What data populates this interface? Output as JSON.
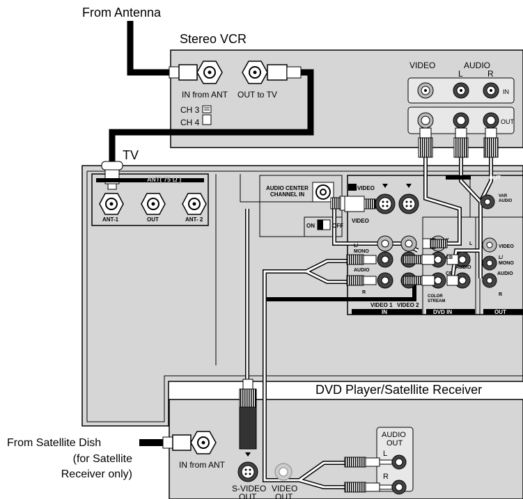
{
  "labels": {
    "from_antenna": "From Antenna",
    "stereo_vcr": "Stereo VCR",
    "tv": "TV",
    "dvd_sat": "DVD Player/Satellite Receiver",
    "from_sat_1": "From Satellite Dish",
    "from_sat_2": "(for Satellite",
    "from_sat_3": "Receiver only)"
  },
  "vcr": {
    "in_from_ant": "IN from ANT",
    "out_to_tv": "OUT to TV",
    "ch3": "CH 3",
    "ch4": "CH 4",
    "video": "VIDEO",
    "audio": "AUDIO",
    "l": "L",
    "r": "R",
    "in": "IN",
    "out": "OUT"
  },
  "tv": {
    "ant_header": "ANT( 75 Ω )",
    "ant1": "ANT-1",
    "ant_out": "OUT",
    "ant2": "ANT- 2",
    "audio_center_1": "AUDIO CENTER",
    "audio_center_2": "CHANNEL IN",
    "on": "ON",
    "off": "OFF",
    "s_video": "S-VIDEO",
    "video": "VIDEO",
    "l_mono_1": "L/",
    "l_mono_2": "MONO",
    "audio": "AUDIO",
    "r": "R",
    "video1": "VIDEO 1",
    "video2": "VIDEO 2",
    "in": "IN",
    "y": "Y",
    "cb": "CB",
    "cr": "CR",
    "color_stream_1": "COLOR",
    "color_stream_2": "STREAM",
    "dvd_in": "DVD  IN",
    "l": "L",
    "audio_short": "AUDIO",
    "out_hdr": "OUT",
    "var_audio_1": "VAR",
    "var_audio_2": "AUDIO",
    "video_out": "VIDEO",
    "mono_out_1": "L/",
    "mono_out_2": "MONO",
    "audio_out": "AUDIO",
    "r_out": "R",
    "out_footer": "OUT"
  },
  "dvd": {
    "in_from_ant": "IN from ANT",
    "s_video_1": "S-VIDEO",
    "s_video_2": "OUT",
    "video_1": "VIDEO",
    "video_2": "OUT",
    "audio_1": "AUDIO",
    "audio_2": "OUT",
    "l": "L",
    "r": "R"
  }
}
